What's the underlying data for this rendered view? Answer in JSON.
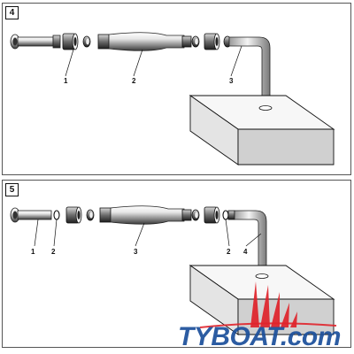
{
  "panels": [
    {
      "step": "4",
      "callouts": [
        "1",
        "2",
        "3"
      ]
    },
    {
      "step": "5",
      "callouts": [
        "1",
        "2",
        "3",
        "2",
        "4"
      ]
    }
  ],
  "watermark": {
    "text": "TYBOAT.com",
    "color": "#1b4f9b",
    "accent": "#e0232b"
  }
}
